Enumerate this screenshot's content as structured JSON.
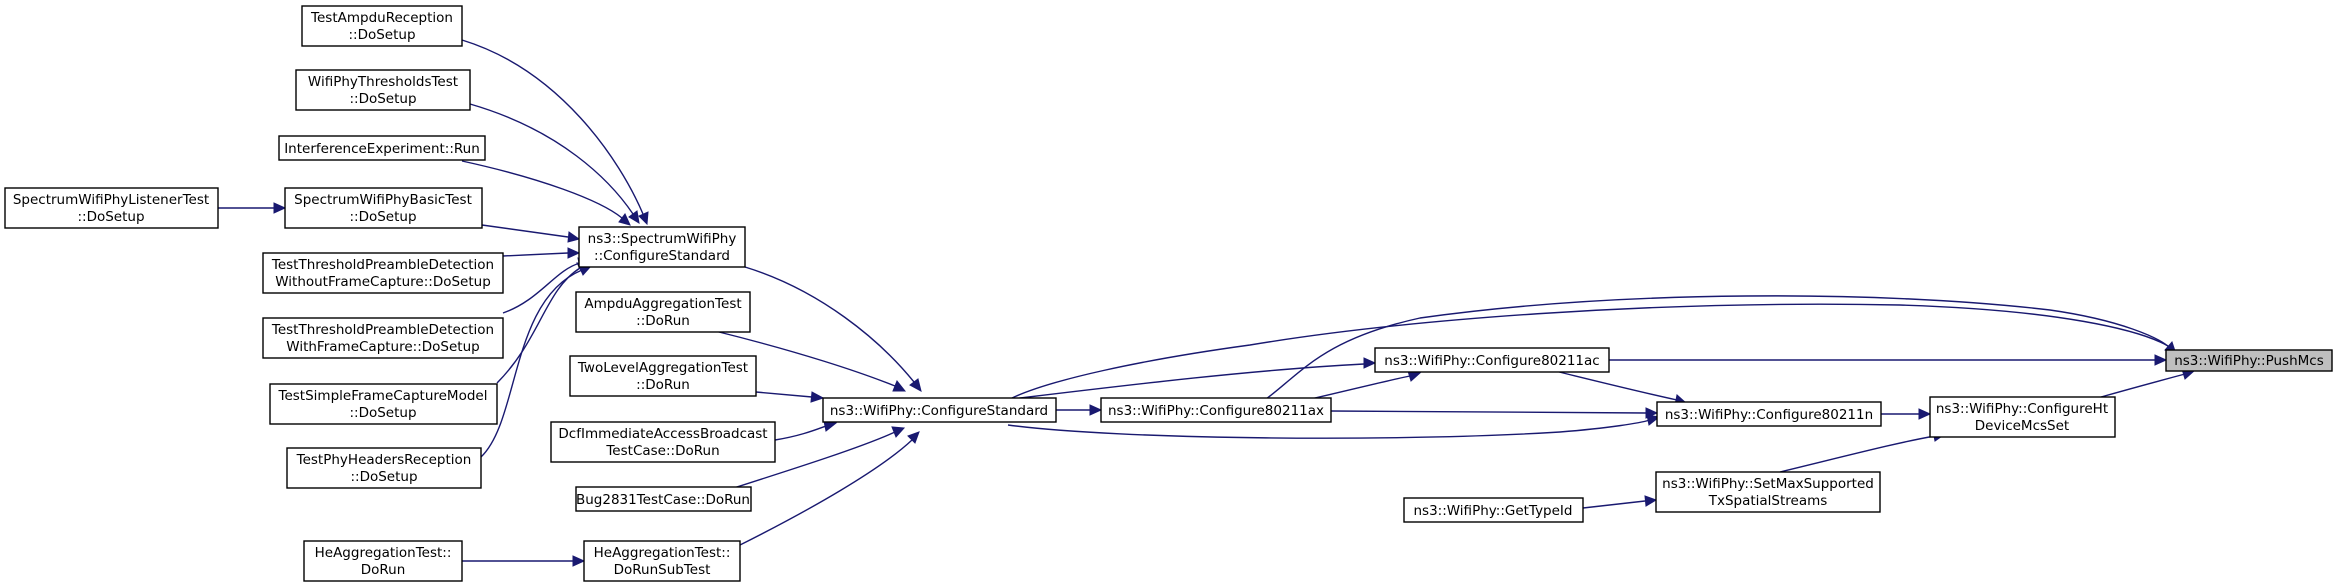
{
  "diagram": {
    "type": "call-graph",
    "colors": {
      "edge": "#191970",
      "node_border": "#000000",
      "node_fill": "#ffffff",
      "highlight_fill": "#bfbfbf"
    },
    "nodes": [
      {
        "id": "pushmcs",
        "lines": [
          "ns3::WifiPhy::PushMcs"
        ],
        "highlight": true
      },
      {
        "id": "cfg80211ac",
        "lines": [
          "ns3::WifiPhy::Configure80211ac"
        ]
      },
      {
        "id": "cfg80211n",
        "lines": [
          "ns3::WifiPhy::Configure80211n"
        ]
      },
      {
        "id": "cfghtmcs",
        "lines": [
          "ns3::WifiPhy::ConfigureHt",
          "DeviceMcsSet"
        ]
      },
      {
        "id": "setmaxss",
        "lines": [
          "ns3::WifiPhy::SetMaxSupported",
          "TxSpatialStreams"
        ]
      },
      {
        "id": "gettypeid",
        "lines": [
          "ns3::WifiPhy::GetTypeId"
        ]
      },
      {
        "id": "cfg80211ax",
        "lines": [
          "ns3::WifiPhy::Configure80211ax"
        ]
      },
      {
        "id": "cfgstd",
        "lines": [
          "ns3::WifiPhy::ConfigureStandard"
        ]
      },
      {
        "id": "spectrumcfg",
        "lines": [
          "ns3::SpectrumWifiPhy",
          "::ConfigureStandard"
        ]
      },
      {
        "id": "ampdutest",
        "lines": [
          "AmpduAggregationTest",
          "::DoRun"
        ]
      },
      {
        "id": "twolevel",
        "lines": [
          "TwoLevelAggregationTest",
          "::DoRun"
        ]
      },
      {
        "id": "dcfimmediate",
        "lines": [
          "DcfImmediateAccessBroadcast",
          "TestCase::DoRun"
        ]
      },
      {
        "id": "bug2831",
        "lines": [
          "Bug2831TestCase::DoRun"
        ]
      },
      {
        "id": "heaggsub",
        "lines": [
          "HeAggregationTest::",
          "DoRunSubTest"
        ]
      },
      {
        "id": "heaggrun",
        "lines": [
          "HeAggregationTest::",
          "DoRun"
        ]
      },
      {
        "id": "ampdurecv",
        "lines": [
          "TestAmpduReception",
          "::DoSetup"
        ]
      },
      {
        "id": "thresholds",
        "lines": [
          "WifiPhyThresholdsTest",
          "::DoSetup"
        ]
      },
      {
        "id": "interference",
        "lines": [
          "InterferenceExperiment::Run"
        ]
      },
      {
        "id": "spectrumbasic",
        "lines": [
          "SpectrumWifiPhyBasicTest",
          "::DoSetup"
        ]
      },
      {
        "id": "spectrumlistener",
        "lines": [
          "SpectrumWifiPhyListenerTest",
          "::DoSetup"
        ]
      },
      {
        "id": "preamblewithout",
        "lines": [
          "TestThresholdPreambleDetection",
          "WithoutFrameCapture::DoSetup"
        ]
      },
      {
        "id": "preamblewith",
        "lines": [
          "TestThresholdPreambleDetection",
          "WithFrameCapture::DoSetup"
        ]
      },
      {
        "id": "simplecapture",
        "lines": [
          "TestSimpleFrameCaptureModel",
          "::DoSetup"
        ]
      },
      {
        "id": "phyheaders",
        "lines": [
          "TestPhyHeadersReception",
          "::DoSetup"
        ]
      }
    ]
  }
}
